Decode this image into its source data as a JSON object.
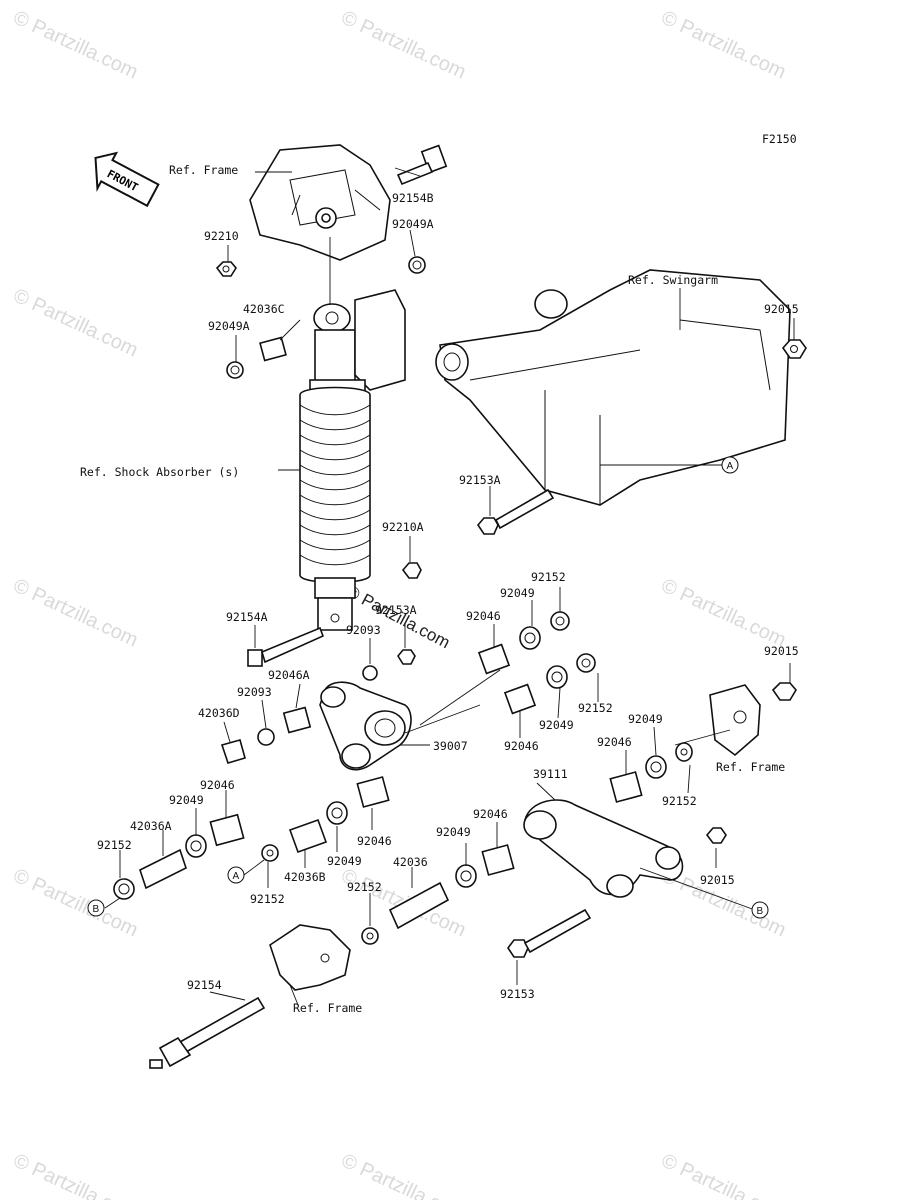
{
  "figure_code": "F2150",
  "front_label": "FRONT",
  "watermark": "© Partzilla.com",
  "refs": {
    "frame": "Ref. Frame",
    "swingarm": "Ref. Swingarm",
    "shock": "Ref. Shock Absorber (s)"
  },
  "parts": {
    "p92154B": "92154B",
    "p92210": "92210",
    "p92049A_top": "92049A",
    "p42036C": "42036C",
    "p92049A_left": "92049A",
    "p92015_top": "92015",
    "p92153A": "92153A",
    "p92210A": "92210A",
    "p92152_top": "92152",
    "p92049_top": "92049",
    "p92046_top": "92046",
    "p92153A_b": "92153A",
    "p92093_a": "92093",
    "p92154A": "92154A",
    "p92046A": "92046A",
    "p92093_b": "92093",
    "p42036D": "42036D",
    "p92152_r": "92152",
    "p92049_r": "92049",
    "p92046_r": "92046",
    "p39007": "39007",
    "p92015_r": "92015",
    "p92049_mr": "92049",
    "p92046_mr": "92046",
    "p92152_mr": "92152",
    "p39111": "39111",
    "p92046_l": "92046",
    "p92049_l": "92049",
    "p42036A": "42036A",
    "p92152_l": "92152",
    "p92046_c": "92046",
    "p92049_c": "92049",
    "p42036B": "42036B",
    "p92152_c": "92152",
    "p92046_lo": "92046",
    "p92049_lo": "92049",
    "p42036": "42036",
    "p92152_lo": "92152",
    "p92015_lo": "92015",
    "p92153": "92153",
    "p92154": "92154"
  },
  "callouts": {
    "a": "A",
    "b": "B"
  }
}
